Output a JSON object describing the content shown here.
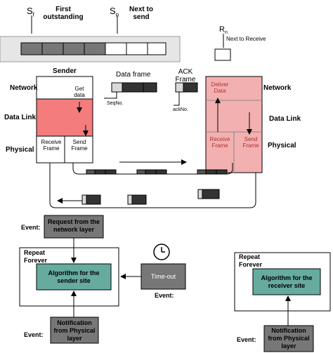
{
  "window": {
    "sf": "S",
    "sf_sub": "f",
    "sn": "S",
    "sn_sub": "n",
    "first_outstanding": "First\noutstanding",
    "next_to_send": "Next to\nsend"
  },
  "receiver_window": {
    "rn": "R",
    "rn_sub": "n",
    "next_to_receive": "Next to Receive"
  },
  "sender": {
    "title": "Sender",
    "network": "Network",
    "data_link": "Data Link",
    "physical": "Physical",
    "get_data": "Get\ndata",
    "receive_frame": "Receive\nFrame",
    "send_frame": "Send\nFrame"
  },
  "data_frame": {
    "title": "Data frame",
    "seqno": "SeqNo."
  },
  "ack_frame": {
    "title": "ACK\nFrame",
    "ackno": "ackNo."
  },
  "receiver": {
    "network": "Network",
    "data_link": "Data Link",
    "physical": "Physical",
    "deliver_data": "Deliver\nData",
    "receive_frame": "Receive\nFrame",
    "send_frame": "Send\nFrame"
  },
  "events": {
    "event_label": "Event:",
    "request": "Request from the\nnetwork layer",
    "repeat_forever": "Repeat\nForever",
    "sender_algo": "Algorithm for the\nsender site",
    "timeout": "Time-out",
    "notification": "Notification\nfrom Physical\nlayer",
    "receiver_algo": "Algorithm for the\nreceiver site"
  },
  "colors": {
    "pink": "#f47c7c",
    "light_pink": "#f3b0b0",
    "teal": "#67ab9f",
    "gray_box": "#777777",
    "dark_frame": "#333333",
    "light_frame": "#d9d9d9"
  }
}
